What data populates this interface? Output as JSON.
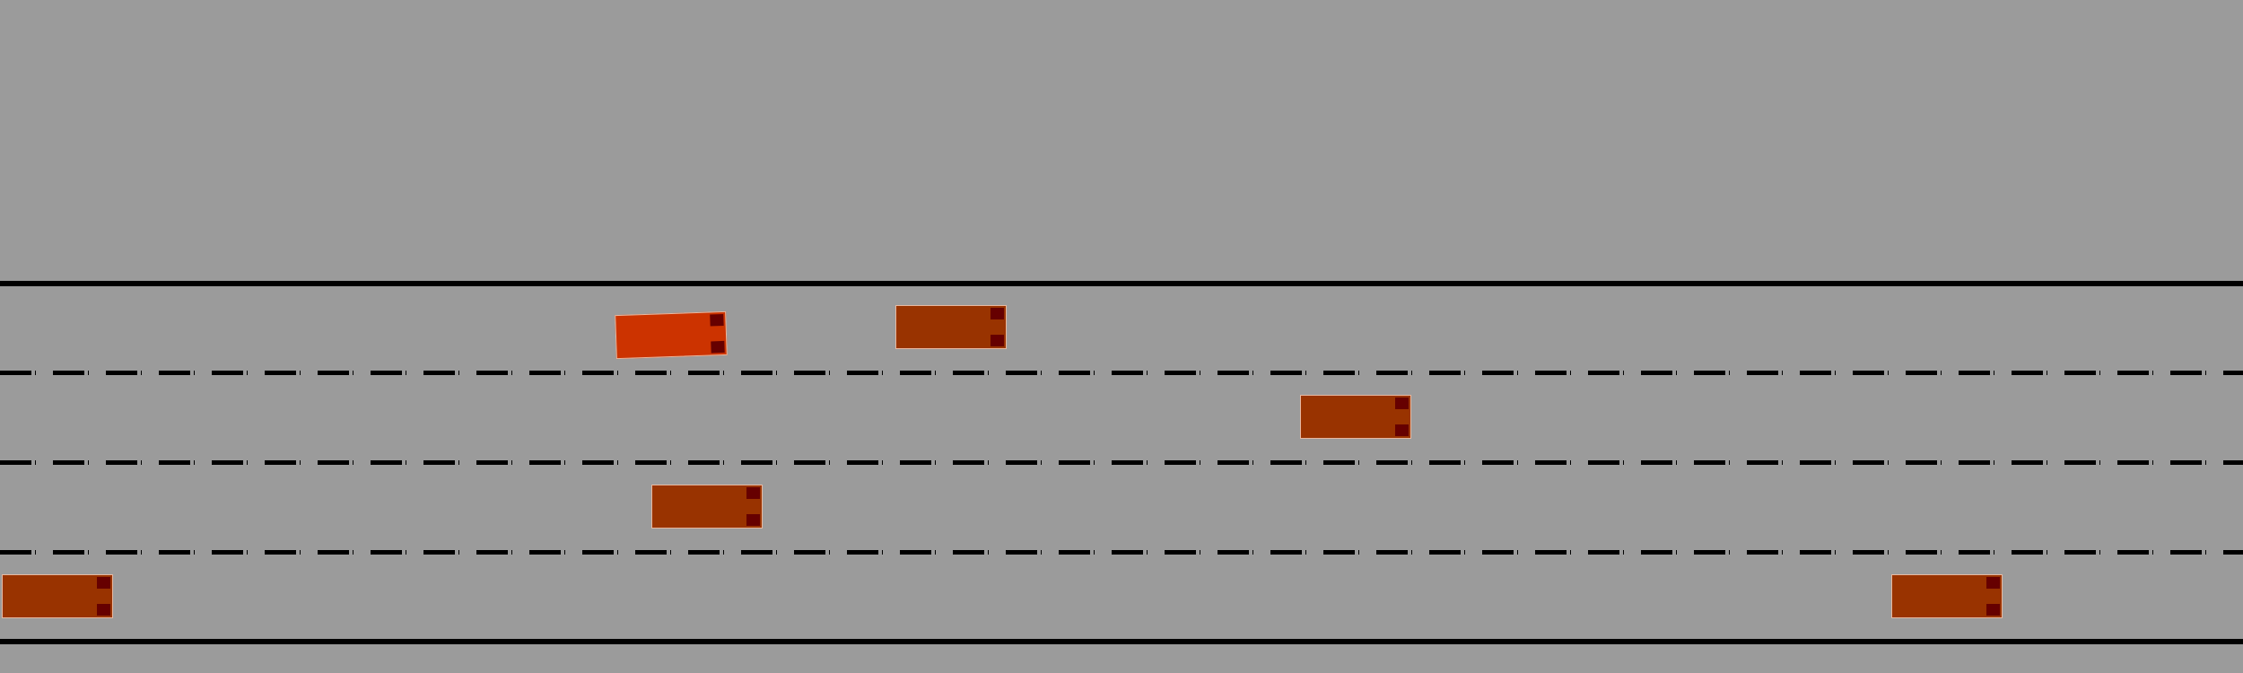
{
  "scene": {
    "type": "highway-driving",
    "lanes": 4,
    "colors": {
      "background": "#9b9b9b",
      "road_lines": "#000000",
      "ego_vehicle": "#cc3300",
      "other_vehicle": "#993300",
      "tail_lights": "#660000"
    },
    "vehicles": [
      {
        "id": "ego",
        "role": "ego",
        "lane": 1,
        "heading_deg": -2
      },
      {
        "id": "v1",
        "role": "other",
        "lane": 1,
        "heading_deg": 0
      },
      {
        "id": "v2",
        "role": "other",
        "lane": 2,
        "heading_deg": 0
      },
      {
        "id": "v3",
        "role": "other",
        "lane": 3,
        "heading_deg": 0
      },
      {
        "id": "v4",
        "role": "other",
        "lane": 4,
        "heading_deg": 0
      },
      {
        "id": "v5",
        "role": "other",
        "lane": 4,
        "heading_deg": 0
      }
    ]
  }
}
